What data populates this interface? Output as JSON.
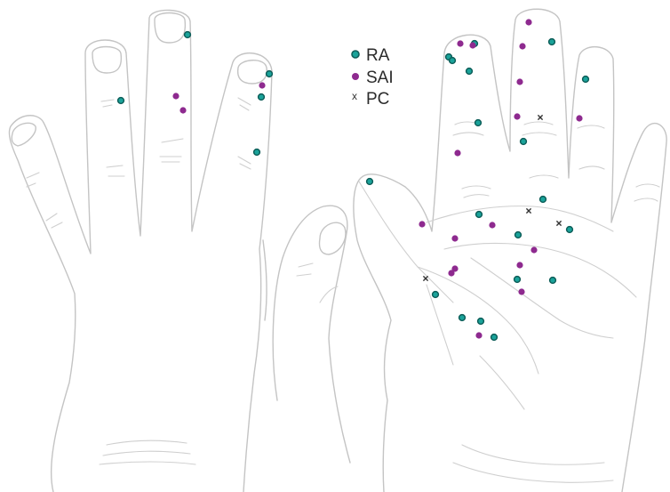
{
  "legend": {
    "ra_label": "RA",
    "sai_label": "SAI",
    "pc_label": "PC",
    "pc_symbol": "x"
  },
  "colors": {
    "ra_fill": "#1aa39a",
    "ra_stroke": "#0f5f5a",
    "sai_fill": "#8e2a8f",
    "pc_mark": "#333333",
    "outline": "#c4c4c4"
  }
}
